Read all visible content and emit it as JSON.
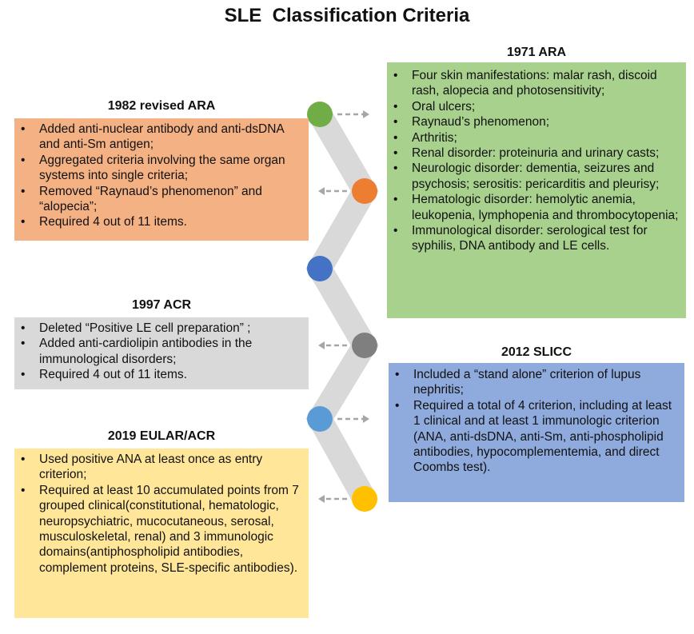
{
  "title": "SLE  Classification Criteria",
  "colors": {
    "ara1971_fill": "#a9d18e",
    "ara1982_fill": "#f4b183",
    "acr1997_fill": "#d9d9d9",
    "slicc2012_fill": "#8faadc",
    "eular2019_fill": "#ffe699",
    "node_green": "#70ad47",
    "node_orange": "#ed7d31",
    "node_blue": "#4472c4",
    "node_gray": "#7f7f7f",
    "node_lightblue": "#5b9bd5",
    "node_yellow": "#ffc000",
    "spine": "#d9d9d9",
    "arrow": "#a6a6a6"
  },
  "timeline": {
    "nodes": [
      {
        "id": "1971",
        "color_key": "node_green",
        "arrow": "right"
      },
      {
        "id": "1982",
        "color_key": "node_orange",
        "arrow": "left"
      },
      {
        "id": "blue",
        "color_key": "node_blue",
        "arrow": "none"
      },
      {
        "id": "1997",
        "color_key": "node_gray",
        "arrow": "left"
      },
      {
        "id": "2012",
        "color_key": "node_lightblue",
        "arrow": "right"
      },
      {
        "id": "2019",
        "color_key": "node_yellow",
        "arrow": "left"
      }
    ]
  },
  "sections": {
    "ara1971": {
      "heading": "1971 ARA",
      "items": [
        "Four skin manifestations: malar rash, discoid rash, alopecia and photosensitivity;",
        "Oral ulcers;",
        "Raynaud’s phenomenon;",
        "Arthritis;",
        "Renal disorder: proteinuria and urinary casts;",
        "Neurologic disorder: dementia, seizures and psychosis; serositis: pericarditis and pleurisy;",
        "Hematologic disorder: hemolytic anemia, leukopenia, lymphopenia and thrombocytopenia;",
        "Immunological disorder: serological test for syphilis, DNA antibody and LE cells."
      ]
    },
    "ara1982": {
      "heading": "1982 revised ARA",
      "items": [
        "Added anti-nuclear antibody and anti-dsDNA and anti-Sm antigen;",
        "Aggregated criteria involving the same organ systems into single criteria;",
        "Removed “Raynaud’s phenomenon” and “alopecia”;",
        "Required 4 out of 11 items."
      ]
    },
    "acr1997": {
      "heading": "1997 ACR",
      "items": [
        "Deleted “Positive LE cell preparation” ;",
        "Added anti-cardiolipin antibodies in the immunological disorders;",
        "Required 4 out of 11 items."
      ]
    },
    "slicc2012": {
      "heading": "2012 SLICC",
      "items": [
        "Included a “stand alone” criterion of lupus nephritis;",
        "Required a total of 4 criterion, including at least 1 clinical and at least 1 immunologic criterion (ANA, anti-dsDNA, anti-Sm, anti-phospholipid antibodies, hypocomplementemia, and direct Coombs test)."
      ]
    },
    "eular2019": {
      "heading": "2019 EULAR/ACR",
      "items": [
        "Used positive ANA at least once as entry criterion;",
        "Required at least 10 accumulated points from 7 grouped clinical(constitutional, hematologic, neuropsychiatric, mucocutaneous, serosal, musculoskeletal, renal)  and 3 immunologic domains(antiphospholipid antibodies, complement proteins, SLE-specific antibodies)."
      ]
    }
  }
}
